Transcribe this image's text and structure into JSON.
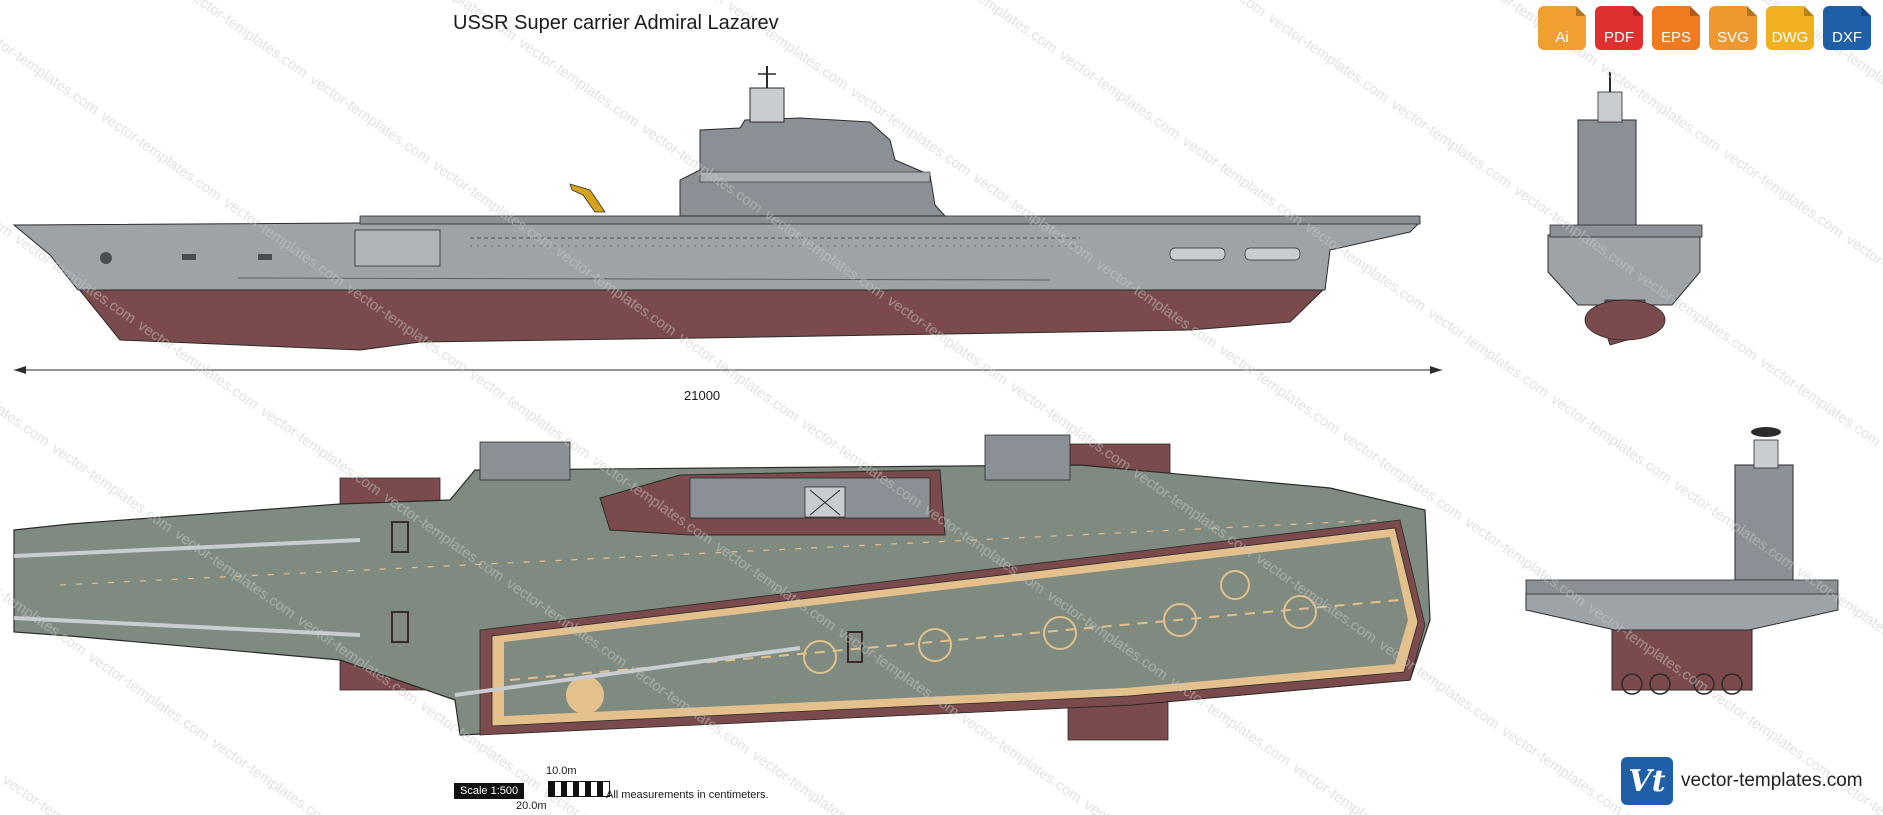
{
  "page": {
    "title": "USSR Super carrier Admiral Lazarev",
    "length_dimension": "21000",
    "scale_label": "Scale 1:500",
    "scale_top": "10.0m",
    "scale_bottom": "20.0m",
    "measurement_note": "All measurements in centimeters.",
    "watermark": "vector-templates.com",
    "brand": "vector-templates.com",
    "brand_logo": "Vt"
  },
  "formats": [
    {
      "label": "Ai",
      "color": "#f0a030",
      "icon": "file-ai-icon"
    },
    {
      "label": "PDF",
      "color": "#e03030",
      "icon": "file-pdf-icon"
    },
    {
      "label": "EPS",
      "color": "#f07a20",
      "icon": "file-eps-icon"
    },
    {
      "label": "SVG",
      "color": "#f09830",
      "icon": "file-svg-icon"
    },
    {
      "label": "DWG",
      "color": "#f0b020",
      "icon": "file-dwg-icon"
    },
    {
      "label": "DXF",
      "color": "#1f5fa8",
      "icon": "file-dxf-icon"
    }
  ],
  "colors": {
    "hull_gray": "#9ea3a8",
    "hull_red": "#7a4a4c",
    "deck_green": "#7f8b80",
    "deck_marking": "#e3c08c",
    "superstructure": "#8a9096",
    "outline": "#2b2b2b"
  },
  "views": [
    "side-view",
    "top-view",
    "front-view",
    "rear-view"
  ]
}
